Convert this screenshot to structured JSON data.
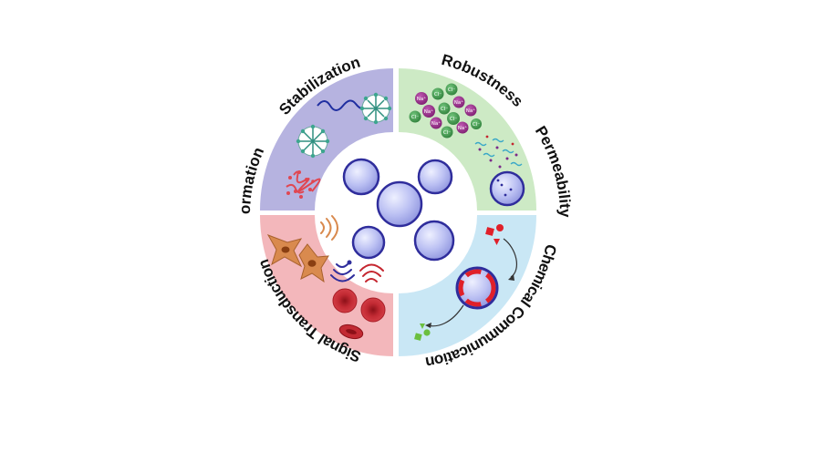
{
  "labels": {
    "formation": "Formation",
    "stabilization": "Stabilization",
    "robustness": "Robustness",
    "permeability": "Permeability",
    "chemical_communication": "Chemical Communication",
    "signal_transduction": "Signal Transduction"
  },
  "ion_labels": {
    "sodium": "Na⁺",
    "chloride": "Cl⁻"
  },
  "colors": {
    "quadrant_top_left": "#b6b3e0",
    "quadrant_top_right": "#cdeac5",
    "quadrant_bottom_right": "#c9e7f5",
    "quadrant_bottom_left": "#f3b7bb",
    "vesicle_fill": "#b8bdf2",
    "vesicle_stroke": "#2f2d9c",
    "cell_orange": "#d98a4e",
    "blood_red": "#c5262f",
    "ion_purple": "#9a2f8c",
    "ion_green": "#3f9b4c"
  }
}
